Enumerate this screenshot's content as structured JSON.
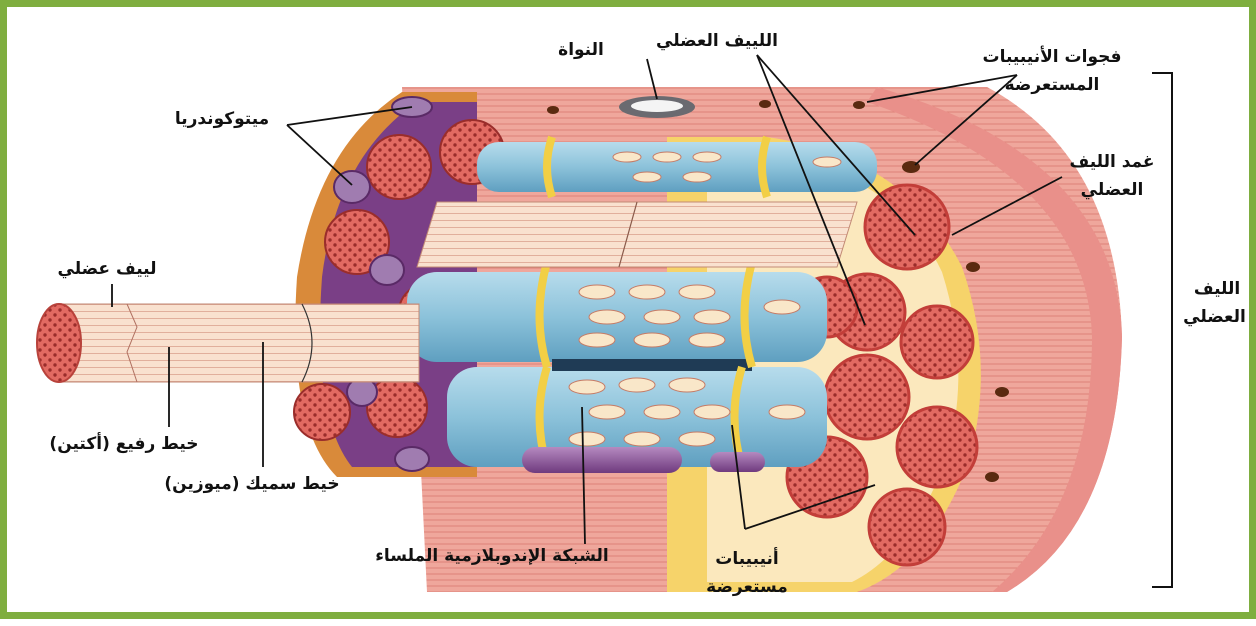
{
  "labels": {
    "nucleus": "النواة",
    "myofibril_top": "اللييف العضلي",
    "t_tubule_openings_1": "فجوات الأنيبيبات",
    "t_tubule_openings_2": "المستعرضة",
    "mitochondria": "ميتوكوندريا",
    "sarcolemma_1": "غمد الليف",
    "sarcolemma_2": "العضلي",
    "myofibril_left": "لييف عضلي",
    "muscle_fiber_1": "الليف",
    "muscle_fiber_2": "العضلي",
    "thin_filament": "خيط رفيع (أكتين)",
    "thick_filament": "خيط سميك (ميوزين)",
    "sr": "الشبكة الإندوبلازمية الملساء",
    "t_tubules_1": "أنيبيبات",
    "t_tubules_2": "مستعرضة"
  },
  "colors": {
    "frame": "#7fae3f",
    "muscle": "#e88a80",
    "myofibril_cross": "#e0605a",
    "reticulum": "#8fc3dc",
    "tubule": "#f2d24a",
    "mitochondria": "#7a3f86",
    "sarcoplasm": "#fbe7b8"
  }
}
